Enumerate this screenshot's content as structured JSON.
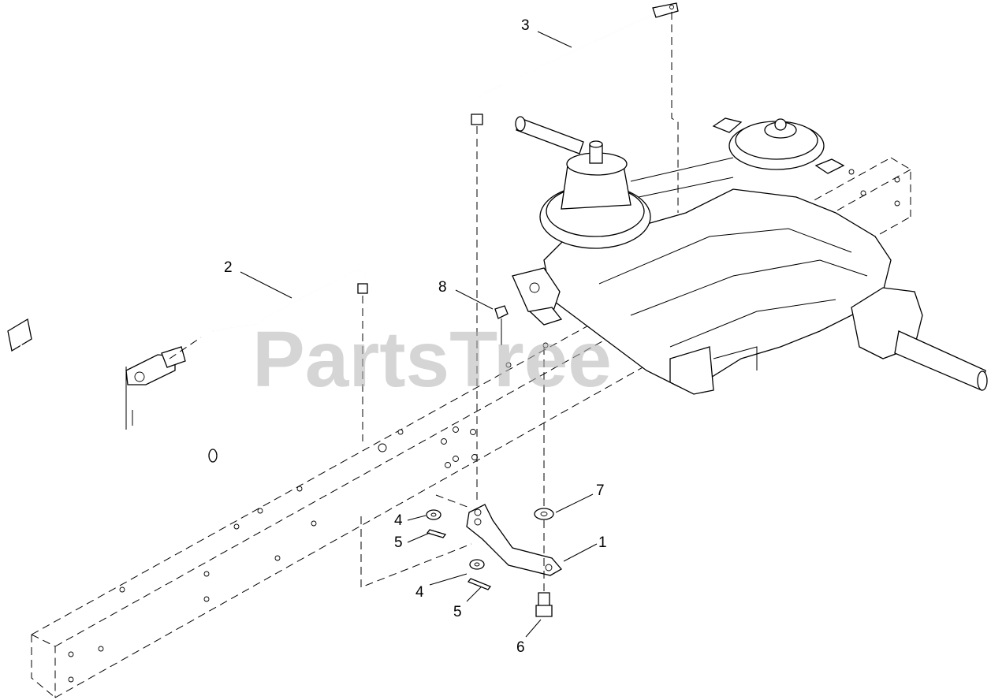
{
  "watermark": "PartsTree",
  "callouts": [
    {
      "id": "callout-1",
      "label": "1"
    },
    {
      "id": "callout-2",
      "label": "2"
    },
    {
      "id": "callout-3",
      "label": "3"
    },
    {
      "id": "callout-4a",
      "label": "4"
    },
    {
      "id": "callout-4b",
      "label": "4"
    },
    {
      "id": "callout-5a",
      "label": "5"
    },
    {
      "id": "callout-5b",
      "label": "5"
    },
    {
      "id": "callout-6",
      "label": "6"
    },
    {
      "id": "callout-7",
      "label": "7"
    },
    {
      "id": "callout-8",
      "label": "8"
    }
  ]
}
